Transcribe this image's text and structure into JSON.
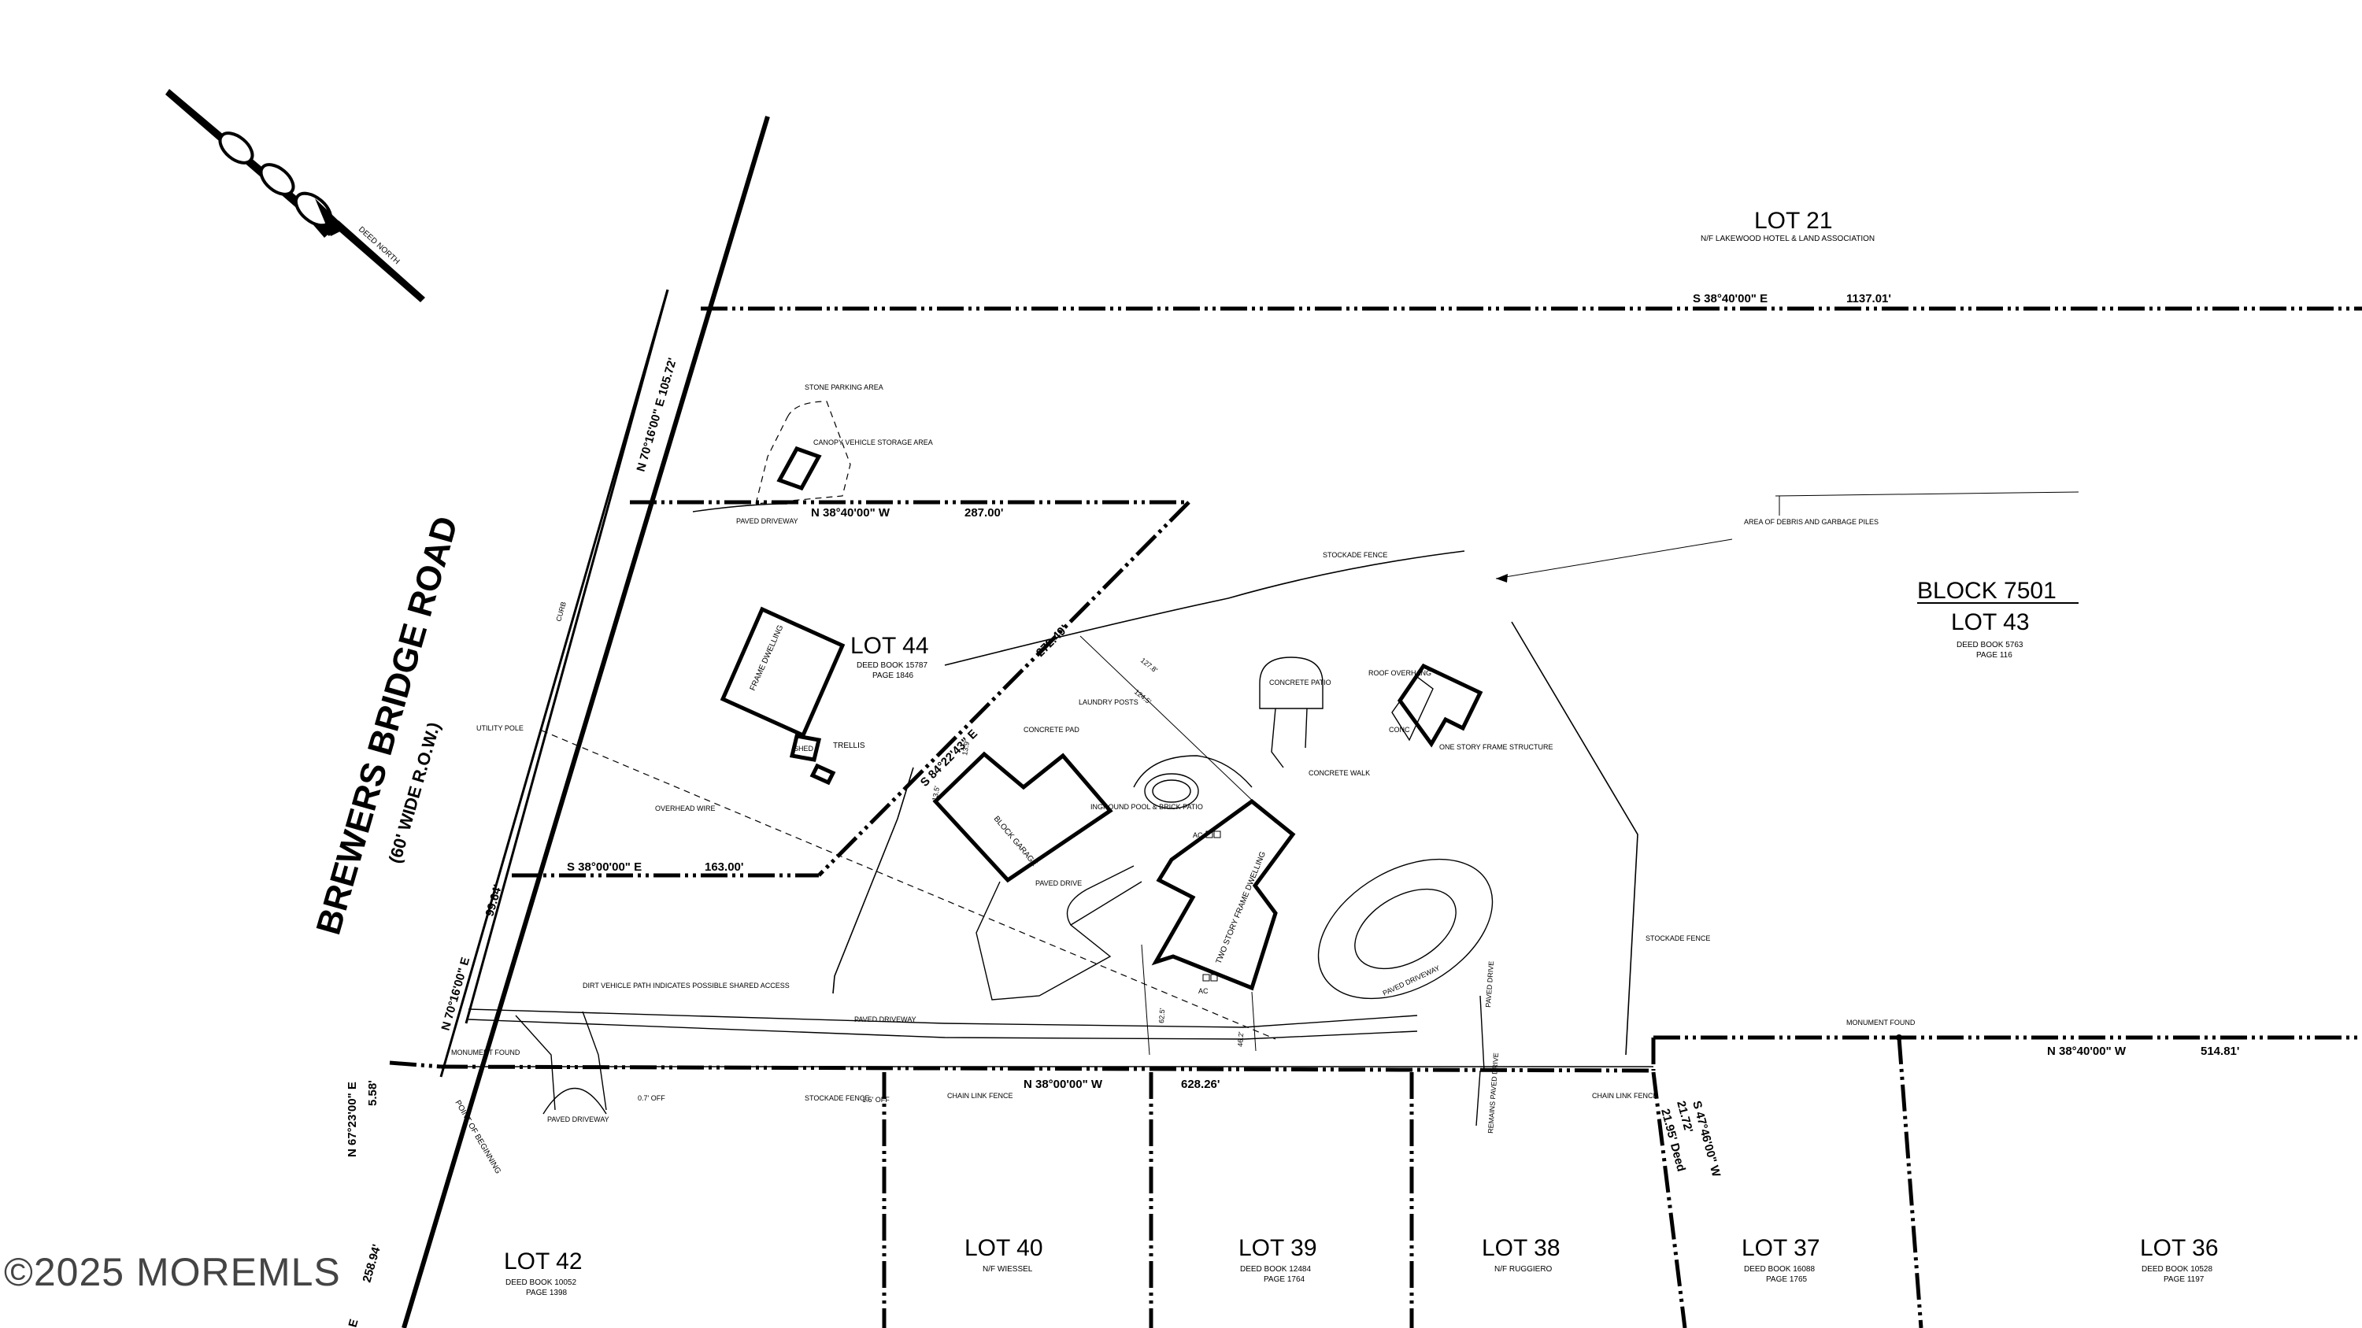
{
  "road": {
    "name": "BREWERS BRIDGE ROAD",
    "row": "(60' WIDE R.O.W.)",
    "curb_label": "CURB"
  },
  "north_arrow": {
    "label": "DEED NORTH"
  },
  "lots": {
    "lot21": {
      "name": "LOT 21",
      "owner": "N/F LAKEWOOD HOTEL & LAND ASSOCIATION"
    },
    "lot43": {
      "block": "BLOCK 7501",
      "name": "LOT 43",
      "deed": "DEED BOOK 5763",
      "page": "PAGE 116"
    },
    "lot44": {
      "name": "LOT 44",
      "deed": "DEED BOOK 15787",
      "page": "PAGE 1846"
    },
    "lot42": {
      "name": "LOT 42",
      "deed": "DEED BOOK 10052",
      "page": "PAGE 1398"
    },
    "lot40": {
      "name": "LOT 40",
      "owner": "N/F WIESSEL"
    },
    "lot39": {
      "name": "LOT 39",
      "deed": "DEED BOOK 12484",
      "page": "PAGE 1764"
    },
    "lot38": {
      "name": "LOT 38",
      "owner": "N/F RUGGIERO"
    },
    "lot37": {
      "name": "LOT 37",
      "deed": "DEED BOOK 16088",
      "page": "PAGE 1765"
    },
    "lot36": {
      "name": "LOT 36",
      "deed": "DEED BOOK 10528",
      "page": "PAGE 1197"
    }
  },
  "bearings": {
    "north_top": {
      "dir": "S 38°40'00\" E",
      "dist": "1137.01'"
    },
    "road_upper": "N 70°16'00\" E   105.72'",
    "lot44_top": {
      "dir": "N 38°40'00\" W",
      "dist": "287.00'"
    },
    "lot44_diag": "S 84°22'43\" E",
    "lot44_diag_dist": "272.49'",
    "lot44_bottom": {
      "dir": "S 38°00'00\" E",
      "dist": "163.00'"
    },
    "road_lower": "N 70°16'00\" E",
    "road_lower_dist": "99.64'",
    "south_main": {
      "dir": "N 38°00'00\" W",
      "dist": "628.26'"
    },
    "east_top": {
      "dir": "N 38°40'00\" W",
      "dist": "514.81'"
    },
    "east_short": "S 47°46'00\" W",
    "east_short_dist": "21.72'",
    "east_deed": "21.95' Deed",
    "left_short": "N 67°23'00\" E",
    "left_short_dist": "5.58'",
    "left_bottom": "258.94'",
    "left_bottom_e": "E"
  },
  "features": {
    "stone_parking": "STONE PARKING AREA",
    "canopy": "CANOPY VEHICLE STORAGE AREA",
    "paved_driveway_top": "PAVED DRIVEWAY",
    "frame_dwelling": "FRAME DWELLING",
    "shed": "SHED",
    "trellis": "TRELLIS",
    "utility_pole": "UTILITY POLE",
    "overhead_wire": "OVERHEAD WIRE",
    "block_garage": "BLOCK GARAGE",
    "concrete_pad": "CONCRETE PAD",
    "laundry_posts": "LAUNDRY POSTS",
    "pool": "INGROUND POOL & BRICK PATIO",
    "two_story": "TWO STORY FRAME DWELLING",
    "concrete_patio": "CONCRETE PATIO",
    "concrete_walk": "CONCRETE WALK",
    "roof_overhang": "ROOF OVERHANG",
    "one_story": "ONE STORY FRAME STRUCTURE",
    "conc": "CONC",
    "stockade_top": "STOCKADE FENCE",
    "stockade_right": "STOCKADE FENCE",
    "stockade_bottom": "STOCKADE FENCE",
    "debris": "AREA OF DEBRIS AND GARBAGE PILES",
    "paved_drive": "PAVED DRIVE",
    "paved_driveway_mid": "PAVED DRIVEWAY",
    "paved_driveway_loop": "PAVED DRIVEWAY",
    "dirt_path": "DIRT VEHICLE PATH INDICATES POSSIBLE SHARED ACCESS",
    "monument_left": "MONUMENT FOUND",
    "monument_right": "MONUMENT FOUND",
    "point_of_beginning": "POINT OF BEGINNING",
    "paved_driveway_bottom": "PAVED DRIVEWAY",
    "off_1": "0.7' OFF",
    "off_2": "1.5' OFF",
    "chain_link_1": "CHAIN LINK FENCE",
    "chain_link_2": "CHAIN LINK FENCE",
    "paved_drive_right": "PAVED DRIVE",
    "remains_paved": "REMAINS PAVED DRIVE",
    "ac": "AC",
    "dim_127": "127.8'",
    "dim_124": "124.5'",
    "dim_625": "62.5'",
    "dim_462": "46.2'",
    "dim_139": "13.9'",
    "dim_135": "13.5'"
  },
  "watermark": "©2025 MOREMLS"
}
